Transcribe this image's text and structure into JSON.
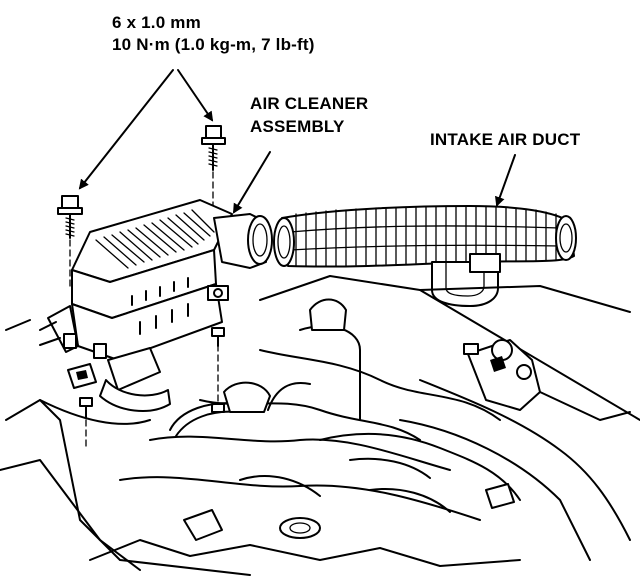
{
  "labels": {
    "bolt_spec_line1": "6 x 1.0 mm",
    "bolt_spec_line2": "10 N·m (1.0 kg-m, 7 lb-ft)",
    "air_cleaner_line1": "AIR CLEANER",
    "air_cleaner_line2": "ASSEMBLY",
    "intake_air_duct": "INTAKE AIR DUCT"
  },
  "colors": {
    "ink": "#000000",
    "paper": "#ffffff"
  }
}
